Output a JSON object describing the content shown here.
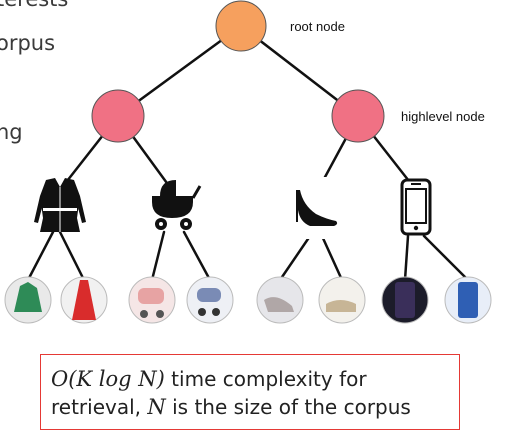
{
  "side_text": [
    "terests",
    "orpus",
    "ng"
  ],
  "tree": {
    "root": {
      "label": "root node",
      "color": "#f6a05e"
    },
    "high_level": {
      "label": "highlevel node",
      "color": "#f07184"
    },
    "categories": [
      {
        "icon": "coat-icon"
      },
      {
        "icon": "stroller-icon"
      },
      {
        "icon": "high-heel-icon"
      },
      {
        "icon": "smartphone-icon"
      }
    ],
    "leaves": [
      {
        "name": "green-dress-photo",
        "color": "#2e8b57"
      },
      {
        "name": "red-gown-photo",
        "color": "#d92c2c"
      },
      {
        "name": "pink-stroller-photo",
        "color": "#e7a3a3"
      },
      {
        "name": "blue-stroller-photo",
        "color": "#7a8bb5"
      },
      {
        "name": "silver-heels-photo",
        "color": "#b0a7a7"
      },
      {
        "name": "sandals-photo",
        "color": "#c7b596"
      },
      {
        "name": "dark-phone-photo",
        "color": "#3a2f5a"
      },
      {
        "name": "blue-phone-photo",
        "color": "#2f5fb4"
      }
    ]
  },
  "caption": {
    "math1": "O(K log N)",
    "text1": " time complexity for",
    "text2": "retrieval, ",
    "math2": "N",
    "text3": " is the size of the corpus",
    "border_color": "#e53935"
  }
}
